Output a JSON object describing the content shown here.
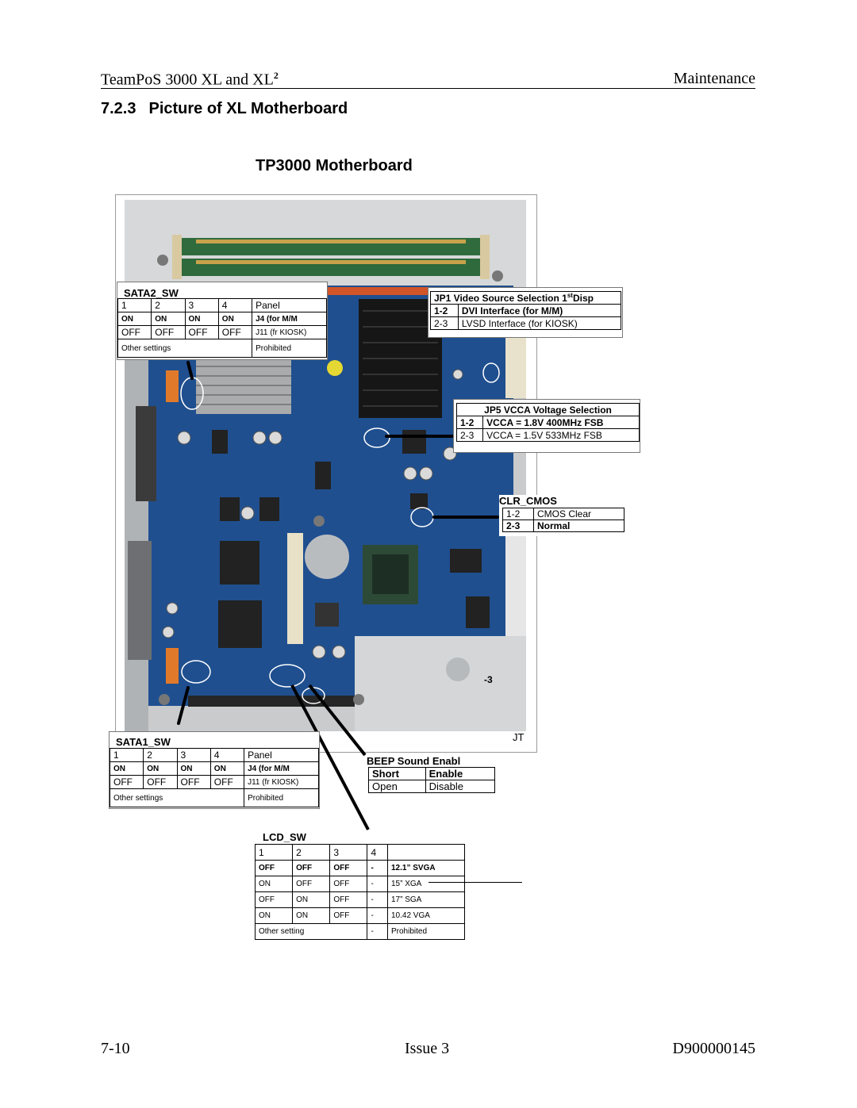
{
  "header": {
    "title": "TeamPoS 3000 XL and XL",
    "title_superscript": "2",
    "section": "Maintenance"
  },
  "section": {
    "number": "7.2.3",
    "title": "Picture of XL Motherboard"
  },
  "figure": {
    "title": "TP3000 Motherboard",
    "corner_label": "JT",
    "inline_mark": "-3"
  },
  "sata2": {
    "title": "SATA2_SW",
    "rows": [
      [
        "1",
        "2",
        "3",
        "4",
        "Panel"
      ],
      [
        "ON",
        "ON",
        "ON",
        "ON",
        "J4 (for M/M"
      ],
      [
        "OFF",
        "OFF",
        "OFF",
        "OFF",
        "J11 (fr KIOSK)"
      ]
    ],
    "other": "Other settings",
    "other_value": "Prohibited"
  },
  "sata1": {
    "title": "SATA1_SW",
    "rows": [
      [
        "1",
        "2",
        "3",
        "4",
        "Panel"
      ],
      [
        "ON",
        "ON",
        "ON",
        "ON",
        "J4 (for M/M"
      ],
      [
        "OFF",
        "OFF",
        "OFF",
        "OFF",
        "J11 (fr KIOSK)"
      ]
    ],
    "other": "Other settings",
    "other_value": "Prohibited"
  },
  "jp1": {
    "title": "JP1 Video Source Selection 1",
    "title_sup": "st",
    "title_end": "Disp",
    "rows": [
      [
        "1-2",
        "DVI Interface (for M/M)"
      ],
      [
        "2-3",
        "LVSD Interface (for KIOSK)"
      ]
    ]
  },
  "jp5": {
    "title": "JP5 VCCA Voltage Selection",
    "rows": [
      [
        "1-2",
        "VCCA = 1.8V 400MHz FSB"
      ],
      [
        "2-3",
        "VCCA = 1.5V 533MHz FSB"
      ]
    ]
  },
  "clr_cmos": {
    "title": "CLR_CMOS",
    "rows": [
      [
        "1-2",
        "CMOS Clear"
      ],
      [
        "2-3",
        "Normal"
      ]
    ]
  },
  "beep": {
    "title": "BEEP Sound Enabl",
    "rows": [
      [
        "Short",
        "Enable"
      ],
      [
        "Open",
        "Disable"
      ]
    ]
  },
  "lcd": {
    "title": "LCD_SW",
    "header": [
      "1",
      "2",
      "3",
      "4",
      ""
    ],
    "rows": [
      [
        "OFF",
        "OFF",
        "OFF",
        "-",
        "12.1” SVGA"
      ],
      [
        "ON",
        "OFF",
        "OFF",
        "-",
        "15” XGA"
      ],
      [
        "OFF",
        "ON",
        "OFF",
        "-",
        "17” SGA"
      ],
      [
        "ON",
        "ON",
        "OFF",
        "-",
        "10.42 VGA"
      ]
    ],
    "other": "Other setting",
    "other_dash": "-",
    "other_value": "Prohibited"
  },
  "footer": {
    "page": "7-10",
    "issue": "Issue 3",
    "doc": "D900000145"
  }
}
